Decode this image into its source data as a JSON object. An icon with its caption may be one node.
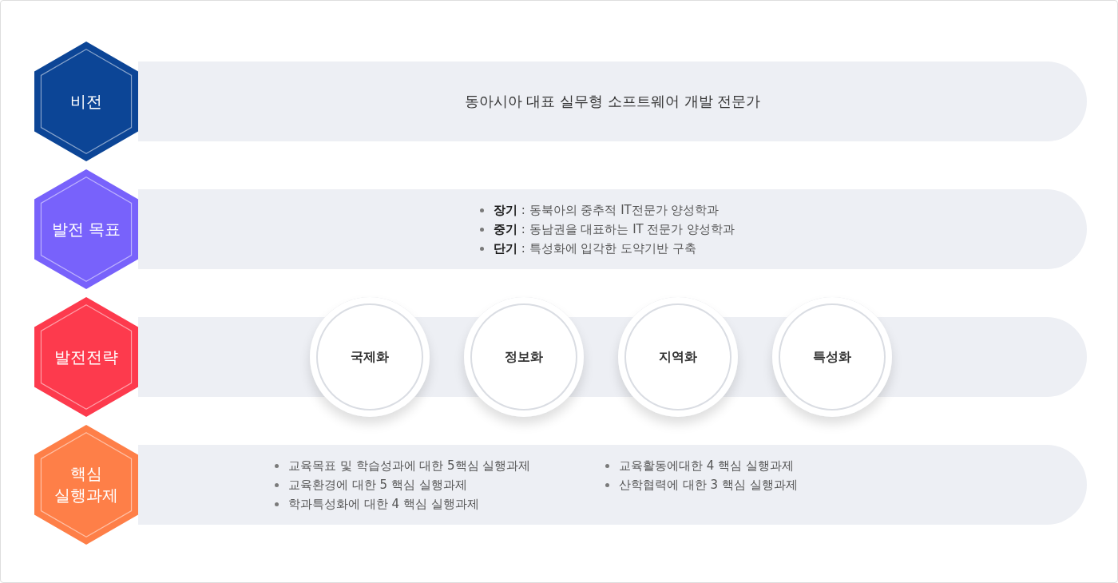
{
  "diagram": {
    "nodes": [
      {
        "text": [
          "비전"
        ]
      },
      {
        "text": [
          "동아시아 대표 실무형 소프트웨어 개발 전문가"
        ]
      },
      {
        "text": [
          "발전 목표"
        ]
      },
      {
        "text": [
          "**장기** : 동북아의 중추적 IT전문가 양성학과",
          "**중기** : 동남권을 대표하는 IT 전문가 양성학과",
          "**단기** : 특성화에 입각한 도약기반 구축"
        ]
      },
      {
        "text": [
          "발전전략"
        ]
      },
      {
        "text": [],
        "shape": "box"
      },
      {
        "text": [
          "국제화"
        ]
      },
      {
        "text": [
          "정보화"
        ]
      },
      {
        "text": [
          "지역화"
        ]
      },
      {
        "text": [
          "특성화"
        ]
      },
      {
        "text": [
          "핵심 실행과제"
        ]
      },
      {
        "text": [
          "교육목표 및 학습성과에 대한 5핵심 실행과제",
          "교육환경에 대한 5 핵심 실행과제",
          "학과특성화에 대한 4 핵심 실행과제",
          "교육활동에대한 4 핵심 실행과제",
          "산학협력에 대한 3 핵심 실행과제"
        ]
      }
    ]
  }
}
